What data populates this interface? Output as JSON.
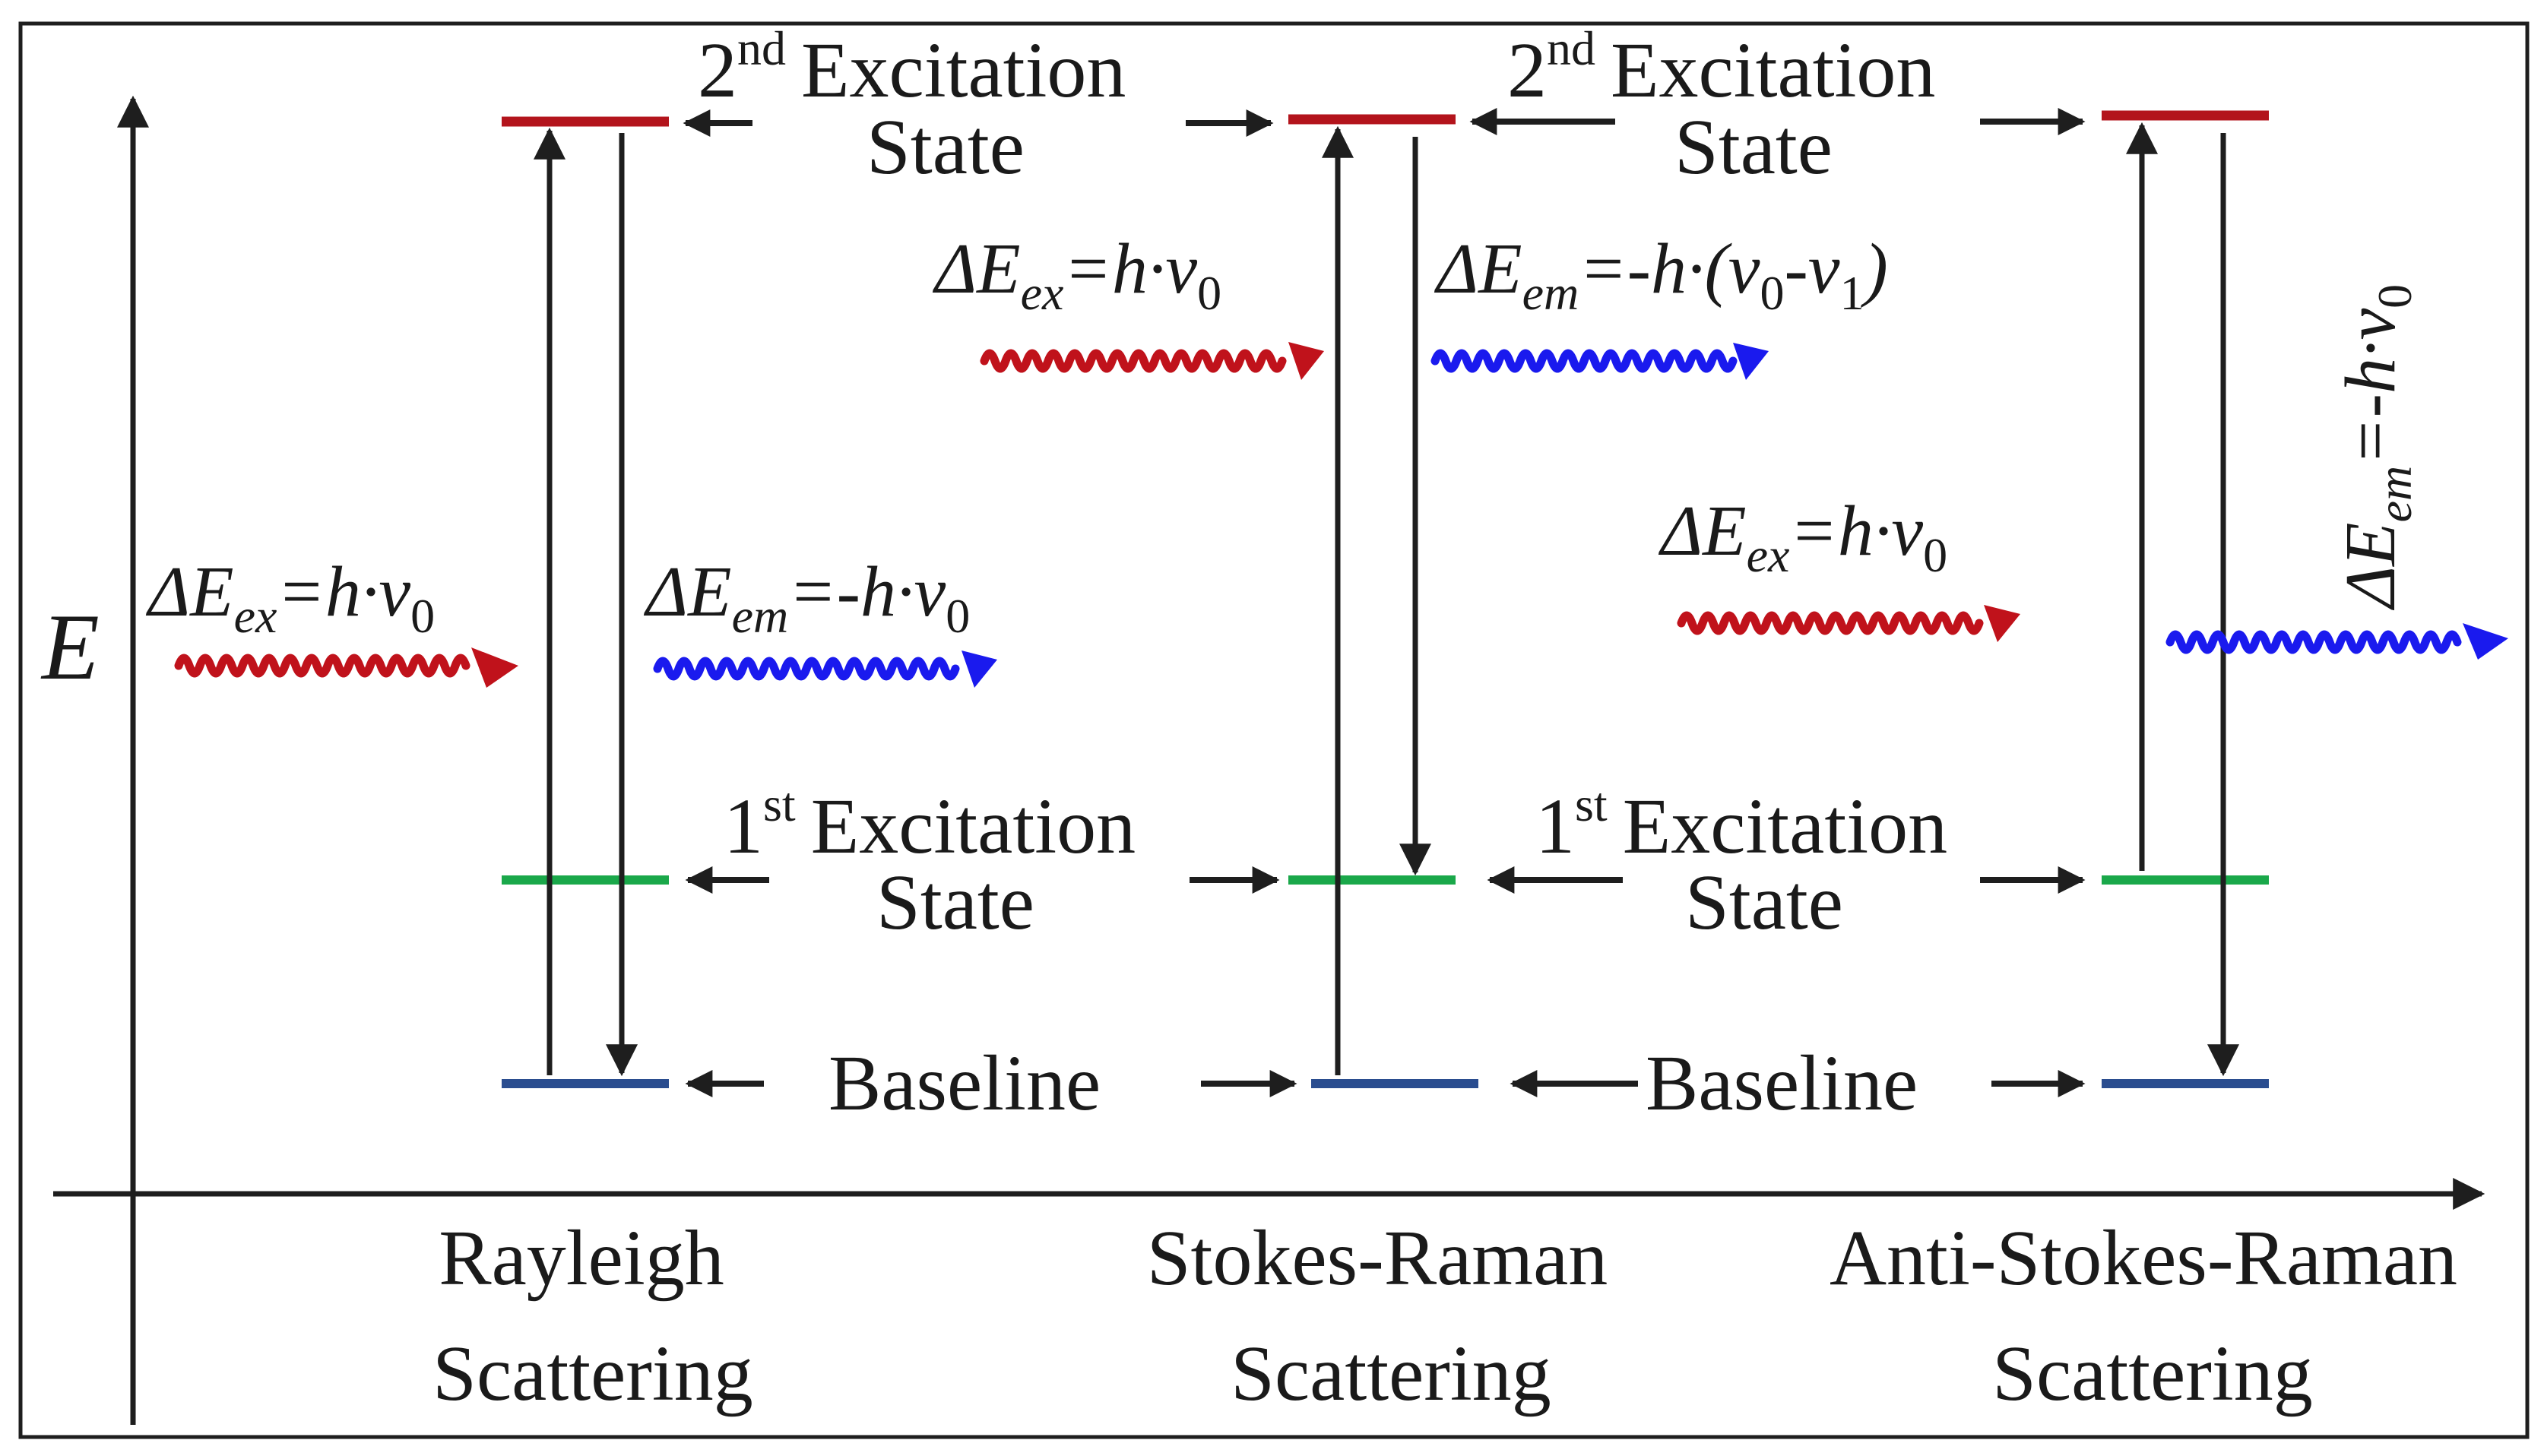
{
  "axis": {
    "y_label": "E"
  },
  "colors": {
    "excited2": "#b3141c",
    "excited1": "#1aa84a",
    "baseline": "#2a4d8f",
    "excitation_wave": "#c0121b",
    "emission_wave": "#1a1aee",
    "line": "#1e1e1e"
  },
  "state_labels": {
    "second": {
      "ordinal": "2",
      "suffix": "nd",
      "word1": "Excitation",
      "word2": "State"
    },
    "first": {
      "ordinal": "1",
      "suffix": "st",
      "word1": "Excitation",
      "word2": "State"
    },
    "baseline": "Baseline"
  },
  "processes": [
    {
      "id": "rayleigh",
      "line1": "Rayleigh",
      "line2": "Scattering",
      "excitation": {
        "dE": "ΔE",
        "sub": "ex",
        "rhs": "=h·v",
        "rhs_sub": "0"
      },
      "emission": {
        "dE": "ΔE",
        "sub": "em",
        "rhs": "=-h·v",
        "rhs_sub": "0"
      }
    },
    {
      "id": "stokes",
      "line1": "Stokes-Raman",
      "line2": "Scattering",
      "excitation": {
        "dE": "ΔE",
        "sub": "ex",
        "rhs": "=h·v",
        "rhs_sub": "0"
      },
      "emission": {
        "dE": "ΔE",
        "sub": "em",
        "rhs1": "=-h·(v",
        "sub1": "0",
        "rhs2": "-v",
        "sub2": "1",
        "rhs3": ")"
      }
    },
    {
      "id": "anti-stokes",
      "line1": "Anti-Stokes-Raman",
      "line2": "Scattering",
      "excitation": {
        "dE": "ΔE",
        "sub": "ex",
        "rhs": "=h·v",
        "rhs_sub": "0"
      },
      "emission": {
        "dE": "ΔE",
        "sub": "em",
        "rhs": "=-h·v",
        "rhs_sub": "0"
      }
    }
  ]
}
